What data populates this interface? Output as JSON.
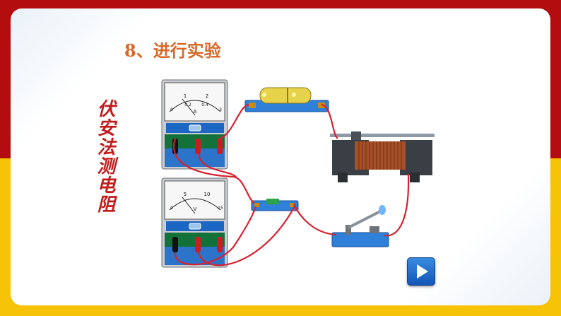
{
  "slide": {
    "title": "8、进行实验",
    "side_label": "伏安法测电阻"
  },
  "ammeter": {
    "scale_top": [
      "1",
      "2"
    ],
    "scale_mid": [
      "0.2",
      "0.4"
    ],
    "scale_end": [
      "0",
      "3"
    ],
    "unit": "A"
  },
  "voltmeter": {
    "scale_top": [
      "5",
      "10"
    ],
    "scale_end": [
      "0",
      "15"
    ],
    "unit": "V"
  },
  "play_button": {
    "icon": "play-icon"
  },
  "colors": {
    "frame_red": "#b30d10",
    "frame_yellow": "#f7c307",
    "title": "#d8682a",
    "side_label": "#c21d1d",
    "wire": "#d7212e"
  }
}
